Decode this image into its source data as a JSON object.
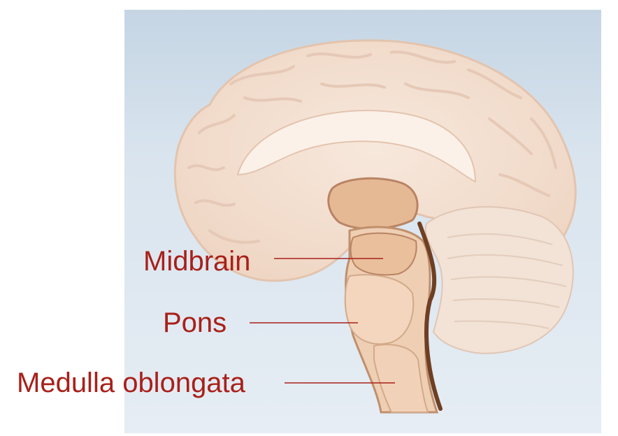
{
  "labels": {
    "midbrain": "Midbrain",
    "pons": "Pons",
    "medulla": "Medulla oblongata"
  },
  "colors": {
    "label_text": "#a8201a",
    "leader_line": "#a8201a",
    "cortex": "#f3dfd0",
    "brainstem": "#e7c6a8",
    "background": "#d9e4ee"
  }
}
